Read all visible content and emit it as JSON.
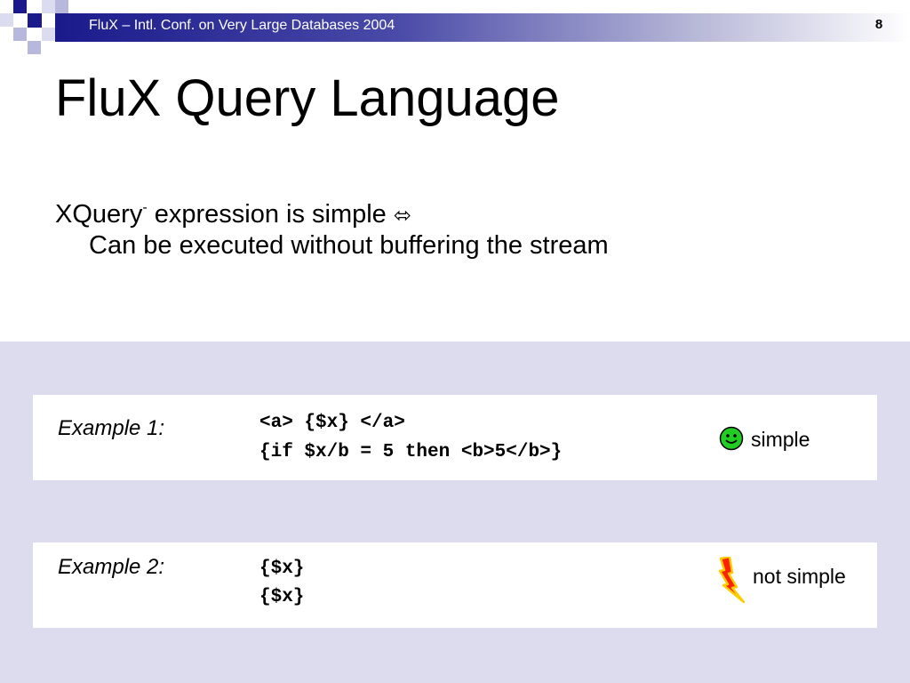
{
  "header": {
    "title": "FluX – Intl. Conf. on Very Large Databases 2004",
    "slide_number": "8"
  },
  "slide": {
    "title": "FluX Query Language",
    "body": {
      "line1_prefix": "XQuery",
      "line1_sup": "-",
      "line1_suffix": " expression is simple ",
      "line1_symbol": "⬄",
      "line2": "Can be executed without buffering the stream"
    },
    "examples": [
      {
        "label": "Example 1:",
        "code": [
          "<a> {$x} </a>",
          "{if $x/b = 5 then <b>5</b>}"
        ],
        "verdict": "simple",
        "verdict_icon": "smiley-icon"
      },
      {
        "label": "Example 2:",
        "code": [
          "{$x}",
          "{$x}"
        ],
        "verdict": "not simple",
        "verdict_icon": "lightning-icon"
      }
    ]
  },
  "colors": {
    "header_dark": "#1a1a8c",
    "band": "#dcdcee",
    "smiley": "#22cc22",
    "lightning": "#ff2200"
  }
}
